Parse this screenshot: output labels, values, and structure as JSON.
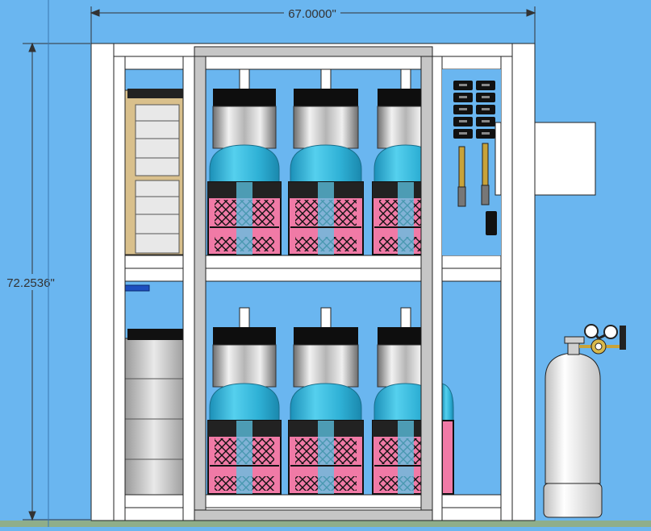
{
  "dimensions": {
    "width_label": "67.0000\"",
    "height_label": "72.2536\""
  },
  "colors": {
    "sky": "#6ab6f0",
    "frame": "#ffffff",
    "frame_outline": "#1a1a1a",
    "ground": "#8fae8a",
    "keg_lid": "#0e0e0e",
    "keg_steel": "#c9c9c9",
    "keg_liquid": "#3ab9dc",
    "crate": "#f07aa6",
    "crate_grid": "#111111",
    "box": "#d9c08c",
    "tank": "#f2f2f2"
  },
  "scene": {
    "upper_shelf": {
      "keg_count": 3
    },
    "lower_shelf": {
      "keg_count": 3
    },
    "tap_count": 2,
    "regulator_gauges": 2
  }
}
